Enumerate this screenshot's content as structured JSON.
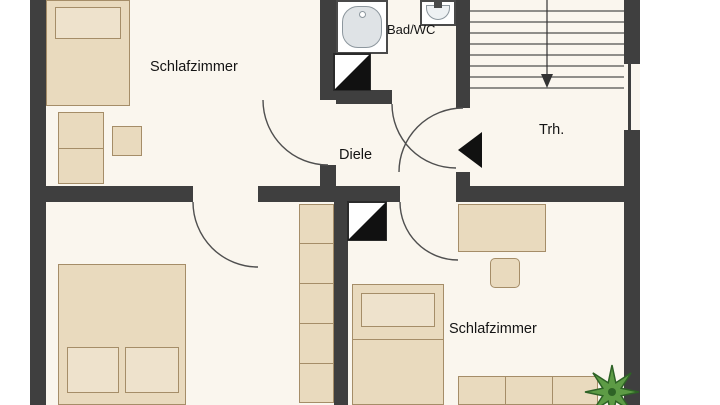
{
  "plan": {
    "type": "apartment-floor-plan",
    "rooms": [
      {
        "id": "bedroom-top-left",
        "label": "Schlafzimmer"
      },
      {
        "id": "bathroom",
        "label": "Bad/WC"
      },
      {
        "id": "hallway",
        "label": "Diele"
      },
      {
        "id": "stairwell",
        "label": "Trh."
      },
      {
        "id": "bedroom-bottom-right",
        "label": "Schlafzimmer"
      }
    ]
  },
  "colors": {
    "background": "#ffffff",
    "wall": "#3f3f3f",
    "floor": "#faf6ee",
    "furniture_fill": "#e9dabe",
    "furniture_border": "#a58d68",
    "fixture_border": "#4a4a4a",
    "line": "#4f4f4f",
    "text": "#141414",
    "chimney": "#111111",
    "plant_fill": "#5d9b45",
    "plant_stroke": "#2e6326"
  }
}
